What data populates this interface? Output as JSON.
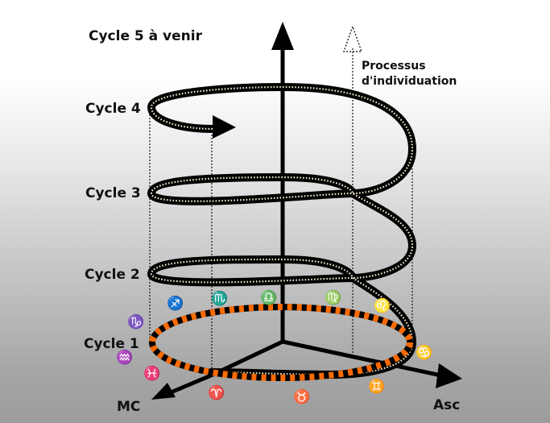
{
  "labels": {
    "cycle5": "Cycle 5 à venir",
    "cycle4": "Cycle 4",
    "cycle3": "Cycle 3",
    "cycle2": "Cycle 2",
    "cycle1": "Cycle 1",
    "process_line1": "Processus",
    "process_line2": "d'individuation",
    "mc": "MC",
    "asc": "Asc"
  },
  "zodiac": {
    "capricorn": "♑",
    "sagittarius": "♐",
    "scorpio": "♏",
    "libra": "♎",
    "virgo": "♍",
    "leo": "♌",
    "cancer": "♋",
    "gemini": "♊",
    "taurus": "♉",
    "aries": "♈",
    "pisces": "♓",
    "aquarius": "♒"
  },
  "colors": {
    "spiral": "#000000",
    "spiral_dots": "#f2ead0",
    "cycle1_dash": "#ff6a00",
    "zodiac_warm": "#ffe07a",
    "zodiac_cool": "#f5b490"
  }
}
